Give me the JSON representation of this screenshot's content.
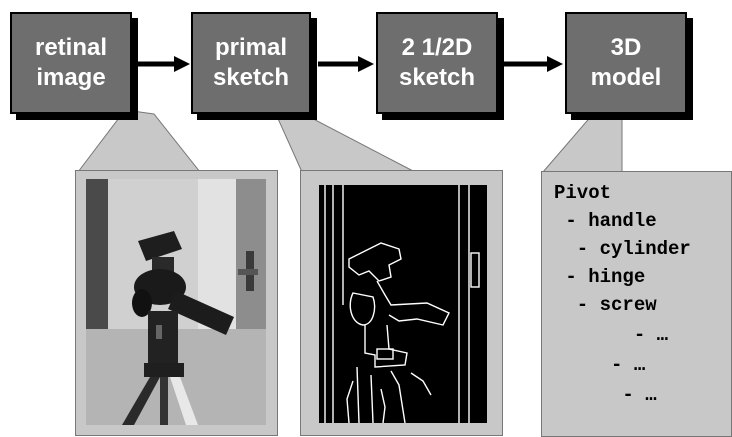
{
  "stages": [
    {
      "line1": "retinal",
      "line2": "image"
    },
    {
      "line1": "primal",
      "line2": "sketch"
    },
    {
      "line1": "2 1/2D",
      "line2": "sketch"
    },
    {
      "line1": "3D",
      "line2": "model"
    }
  ],
  "model_tree": [
    {
      "indent": 0,
      "text": "Pivot"
    },
    {
      "indent": 1,
      "text": " - handle"
    },
    {
      "indent": 2,
      "text": "  - cylinder"
    },
    {
      "indent": 1,
      "text": " - hinge"
    },
    {
      "indent": 2,
      "text": "  - screw"
    },
    {
      "indent": 4,
      "text": "       - …"
    },
    {
      "indent": 3,
      "text": "     - …"
    },
    {
      "indent": 4,
      "text": "      - …"
    }
  ],
  "colors": {
    "box_fill": "#6e6e6e",
    "panel_fill": "#c8c8c8",
    "edge_background": "#000000",
    "edge_stroke": "#ffffff"
  },
  "icons": [
    "flow-arrow",
    "camera-pivot-photo",
    "edge-map"
  ]
}
